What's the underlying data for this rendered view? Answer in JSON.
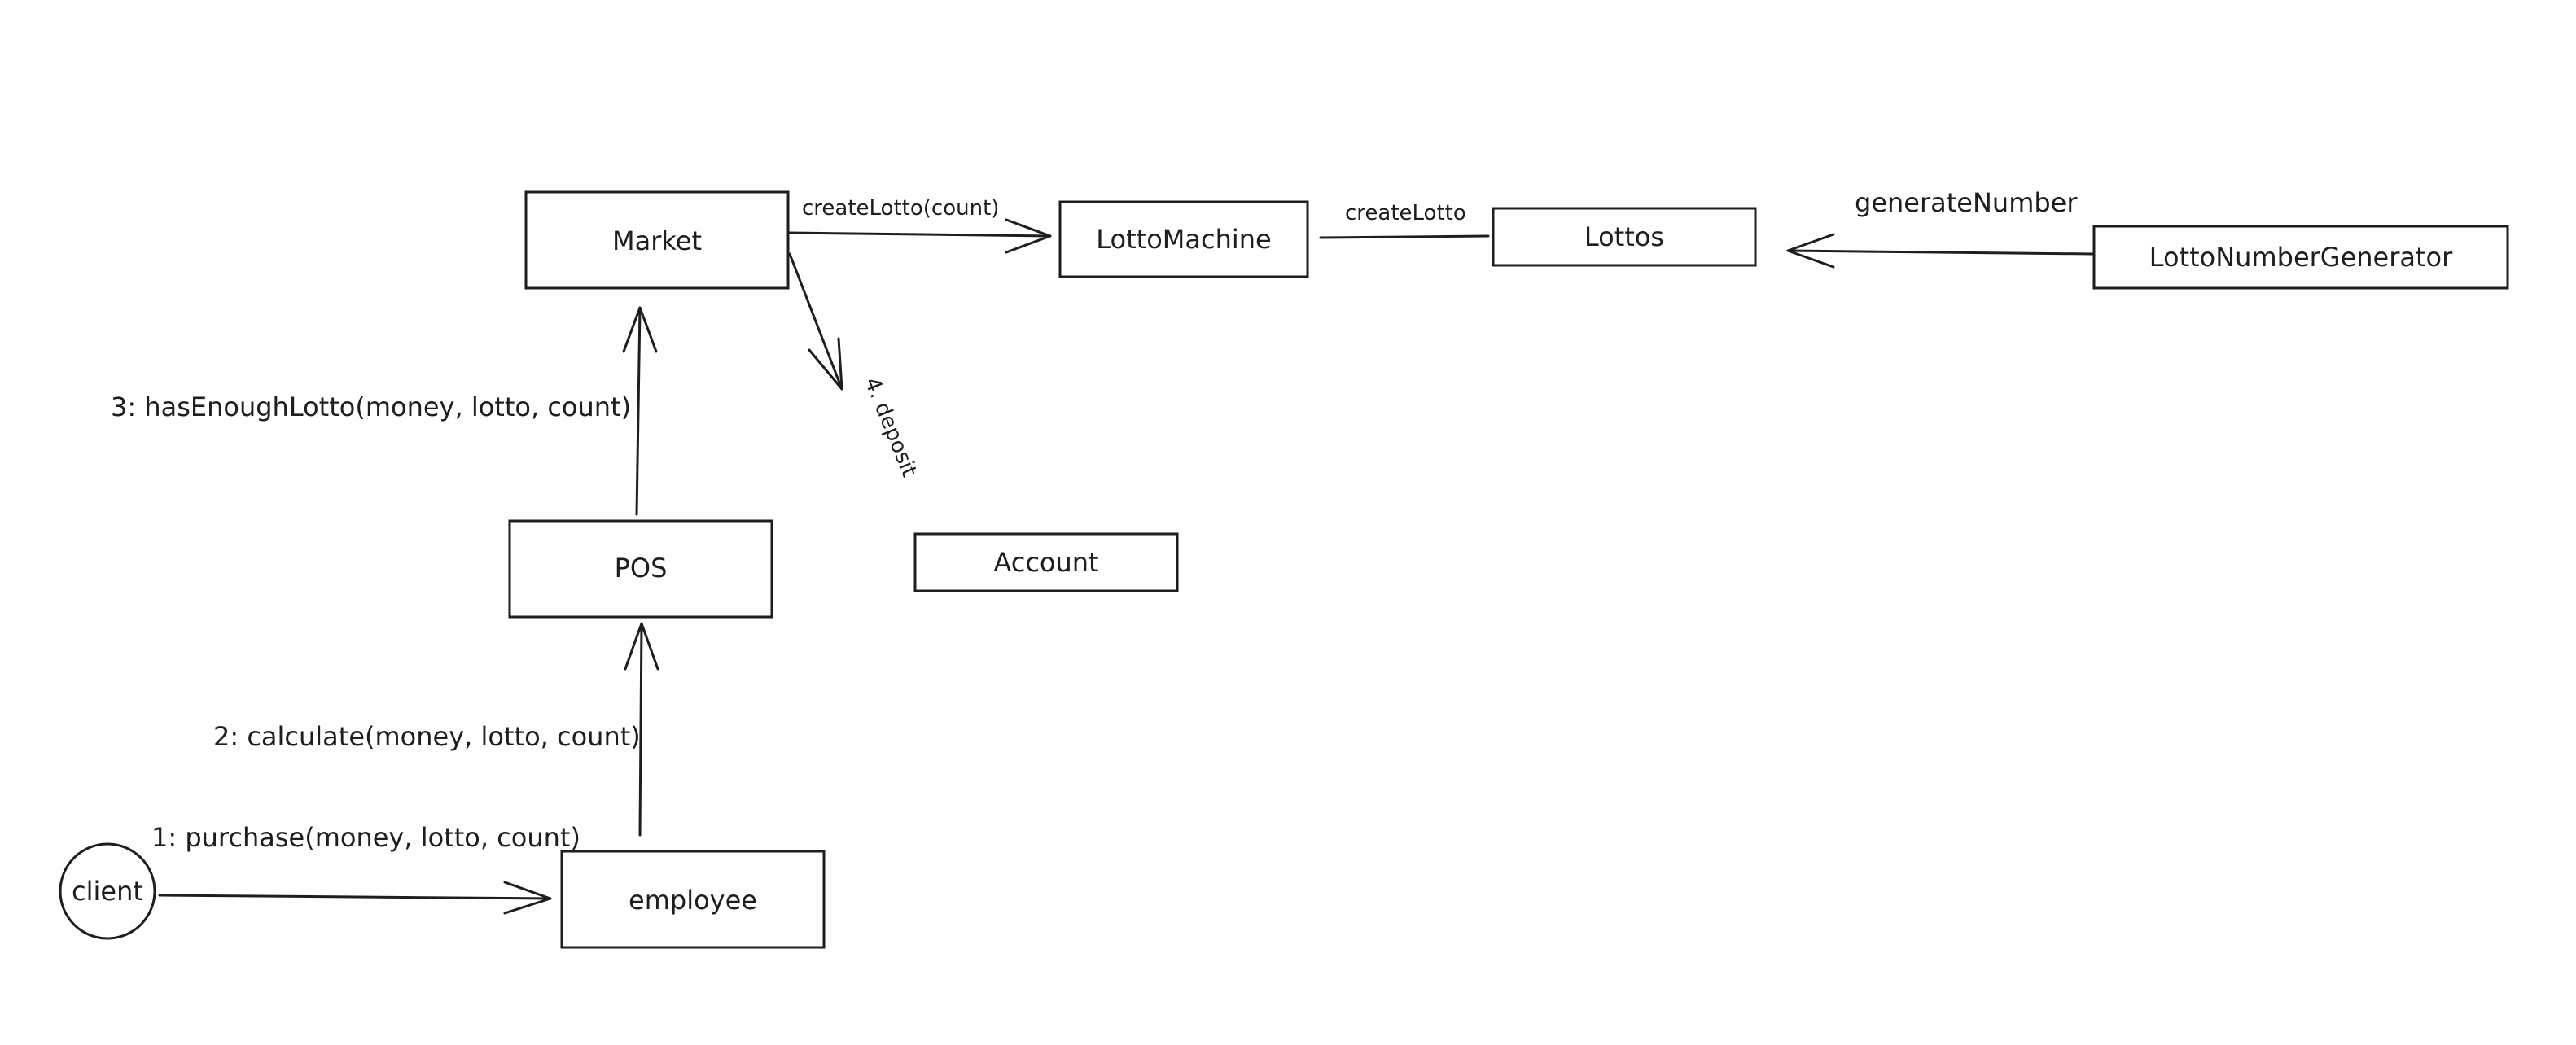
{
  "nodes": {
    "market": "Market",
    "lotto_machine": "LottoMachine",
    "lottos": "Lottos",
    "lotto_number_generator": "LottoNumberGenerator",
    "pos": "POS",
    "account": "Account",
    "employee": "employee",
    "client": "client"
  },
  "edges": {
    "create_lotto_count": "createLotto(count)",
    "create_lotto": "createLotto",
    "generate_number": "generateNumber",
    "has_enough_lotto": "3: hasEnoughLotto(money, lotto, count)",
    "deposit": "4. deposit",
    "calculate": "2: calculate(money, lotto, count)",
    "purchase": "1: purchase(money, lotto, count)"
  },
  "colors": {
    "stroke": "#1e1e1e",
    "background": "#ffffff"
  }
}
